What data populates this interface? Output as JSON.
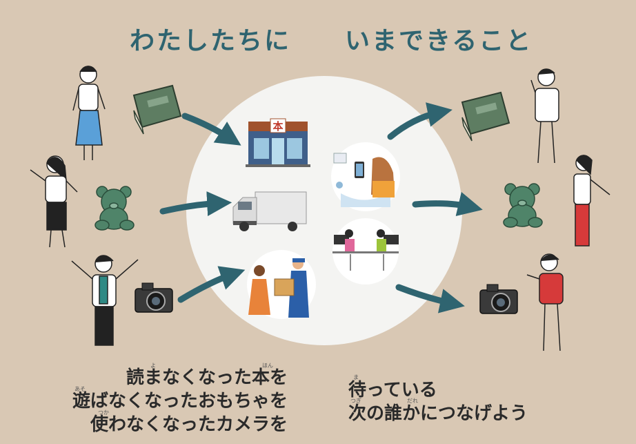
{
  "title": {
    "left": "わたしたちに",
    "right": "いまできること"
  },
  "store_sign": "本",
  "left_caption": [
    "読まなくなった本を",
    "遊ばなくなったおもちゃを",
    "使わなくなったカメラを"
  ],
  "right_caption": [
    "待っている",
    "次の誰かにつなげよう"
  ],
  "furigana": {
    "yomu": "よ",
    "hon": "ほん",
    "asobu": "あそ",
    "tsukau": "つか",
    "matsu": "ま",
    "tsugi": "つぎ",
    "dare": "だれ"
  },
  "colors": {
    "background": "#d9c8b4",
    "circle": "#f4f4f2",
    "arrow": "#2f6470",
    "title": "#2f6470",
    "book": "#5e7d62",
    "bear": "#4f8469"
  },
  "icons": [
    "book-icon",
    "teddy-bear-icon",
    "camera-icon",
    "bookstore-icon",
    "delivery-truck-icon",
    "courier-handoff-icon",
    "smartphone-shopping-icon",
    "people-at-computers-icon"
  ]
}
